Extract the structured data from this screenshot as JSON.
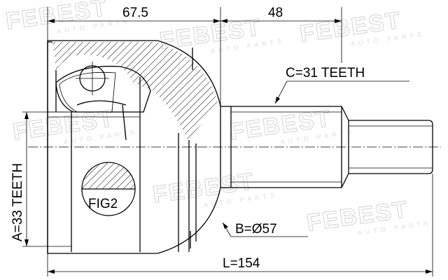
{
  "watermark": {
    "brand": "FEBEST",
    "sub": "AUTO PARTS"
  },
  "dimensions": {
    "housing_length": "67.5",
    "shaft_length": "48",
    "total_length": "L=154"
  },
  "labels": {
    "outer_spline": "C=31 TEETH",
    "inner_spline": "A=33 TEETH",
    "seal_diameter": "B=Ø57",
    "detail": "FIG2"
  }
}
